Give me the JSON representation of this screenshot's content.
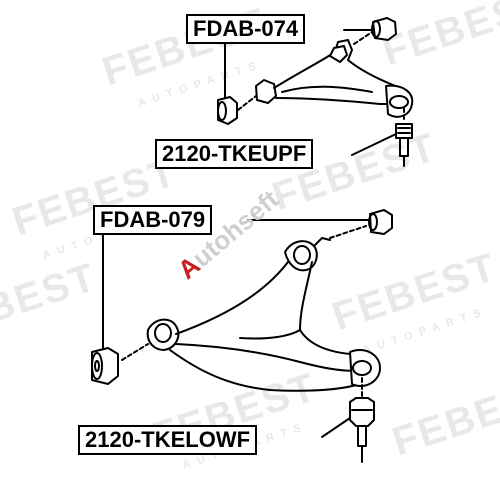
{
  "watermark": {
    "brand": "FEBEST",
    "sub": "AUTOPARTS"
  },
  "parts": {
    "upper_bushing": "FDAB-074",
    "upper_arm": "2120-TKEUPF",
    "lower_bushing": "FDAB-079",
    "lower_arm": "2120-TKELOWF"
  },
  "overlay_logo": {
    "first": "A",
    "rest": "utohseft"
  },
  "colors": {
    "line": "#000000",
    "watermark": "#e8e8e8",
    "logo_accent": "#c82020"
  }
}
